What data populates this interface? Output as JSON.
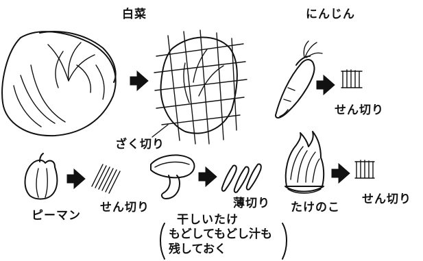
{
  "napa_cabbage": {
    "title": "白菜",
    "cut": "ざく切り"
  },
  "carrot": {
    "title": "にんじん",
    "cut": "せん切り"
  },
  "green_pepper": {
    "name": "ピーマン",
    "cut": "せん切り"
  },
  "shiitake": {
    "name": "干しいたけ",
    "cut": "薄切り",
    "note_line1": "もどしてもどし汁も",
    "note_line2": "残しておく"
  },
  "bamboo_shoot": {
    "name": "たけのこ",
    "cut": "せん切り"
  }
}
